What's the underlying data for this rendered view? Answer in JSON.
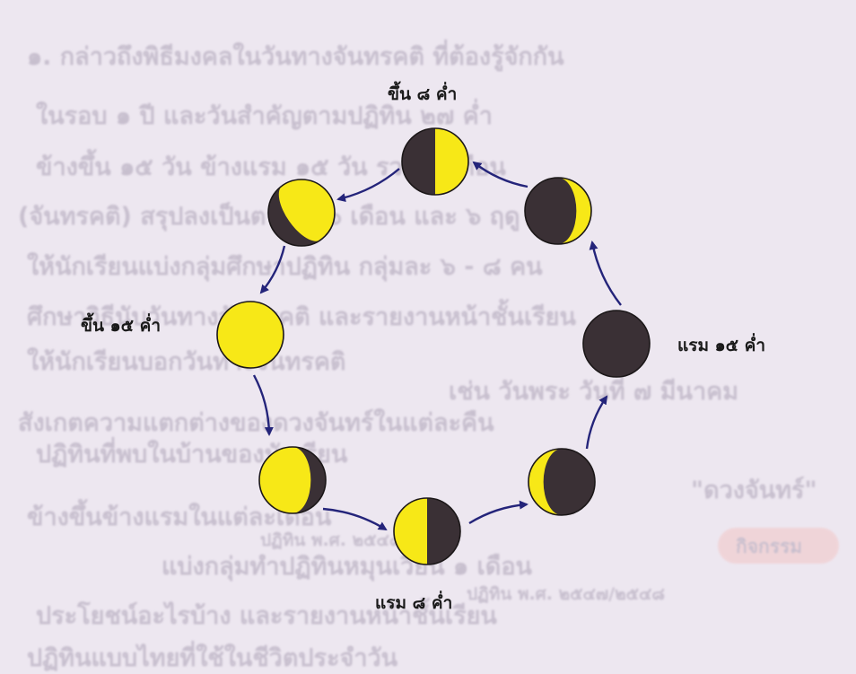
{
  "colors": {
    "page": "#ede7f0",
    "background_text": "#a99fb3",
    "lit": "#f7e817",
    "dark": "#3a3035",
    "outline": "#1b1718",
    "arrow": "#24247a"
  },
  "phase_labels": {
    "waxing_8": "ขึ้น ๘ ค่ำ",
    "waxing_15": "ขึ้น ๑๕ ค่ำ",
    "waning_8": "แรม ๘ ค่ำ",
    "waning_15": "แรม ๑๕ ค่ำ"
  },
  "background_lines": [
    "๑. กล่าวถึงพิธีมงคลในวันทางจันทรคติ ที่ต้องรู้จักกัน",
    "ในรอบ ๑ ปี และวันสำคัญตามปฏิทิน ๒๗ ค่ำ",
    "ข้างขึ้น ๑๕ วัน ข้างแรม ๑๕ วัน รวม ๑ เดือน",
    "(จันทรคติ) สรุปลงเป็นตาราง ๖ เดือน และ ๖ ฤดู",
    "ให้นักเรียนแบ่งกลุ่มศึกษาปฏิทิน กลุ่มละ ๖ - ๘ คน",
    "ศึกษาวิธีนับวันทางจันทรคติ และรายงานหน้าชั้นเรียน",
    "ให้นักเรียนบอกวันทางจันทรคติ",
    "เช่น วันพระ วันที่ ๗ มีนาคม",
    "สังเกตความแตกต่างของดวงจันทร์ในแต่ละคืน",
    "ปฏิทินที่พบในบ้านของนักเรียน",
    "\"ดวงจันทร์\"",
    "ข้างขึ้นข้างแรมในแต่ละเดือน",
    "แบ่งกลุ่มทำปฏิทินหมุนเวียน ๑ เดือน",
    "ประโยชน์อะไรบ้าง และรายงานหน้าชั้นเรียน",
    "ปฏิทินแบบไทยที่ใช้ในชีวิตประจำวัน"
  ],
  "stamp_texts": [
    "ปฏิทิน พ.ศ. ๒๕๔๘ ๖ ฉบับ",
    "ปฏิทิน พ.ศ. ๒๕๔๗/๒๕๔๘"
  ],
  "badge": "กิจกรรม"
}
